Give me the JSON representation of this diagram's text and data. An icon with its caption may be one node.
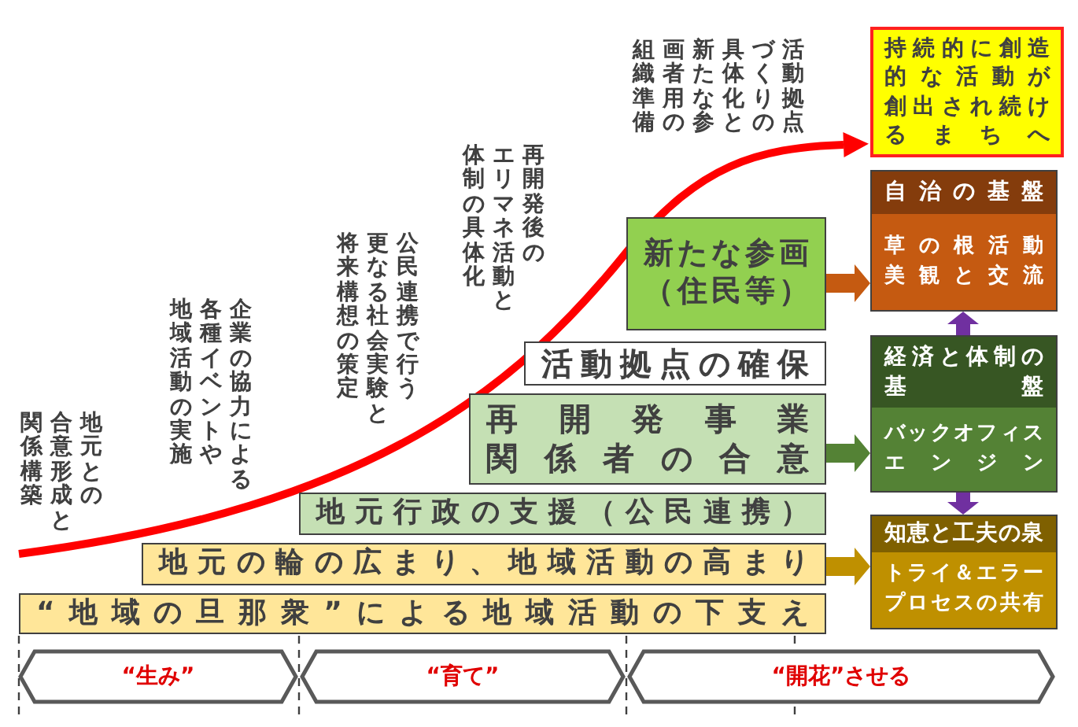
{
  "diagram": {
    "nodes": [
      {
        "text": [
          "持続的に創造的な活動が創出され続けるまちへ"
        ]
      },
      {
        "text": [
          "自治の基盤",
          "草の根活動美観と交流"
        ]
      },
      {
        "text": [
          "新たな参画（住民等）"
        ]
      },
      {
        "text": [
          "活動拠点の確保"
        ]
      },
      {
        "text": [
          "経済と体制の基盤",
          "バックオフィスエンジン"
        ]
      },
      {
        "text": [
          "再開発事業関係者の合意"
        ]
      },
      {
        "text": [
          "地元行政の支援（公民連携）"
        ]
      },
      {
        "text": [
          "知恵と工夫の泉",
          "トライ＆エラープロセスの共有"
        ]
      },
      {
        "text": [
          "地元の輪の広まり、地域活動の高まり"
        ]
      },
      {
        "text": [
          "“地域の旦那衆”による地域活動の下支え"
        ]
      },
      {
        "text": [
          "“生み”"
        ]
      },
      {
        "text": [
          "“育て”"
        ]
      },
      {
        "text": [
          "“開花”させる"
        ]
      }
    ],
    "edges": [
      {
        "from": null,
        "to": 0,
        "arrow": "to",
        "color": "#ff0000"
      },
      {
        "from": 2,
        "to": 1,
        "arrow": "to",
        "color": "#c55a11"
      },
      {
        "from": 4,
        "to": 1,
        "arrow": "to",
        "color": "#7030a0"
      },
      {
        "from": 5,
        "to": 4,
        "arrow": "to",
        "color": "#548235"
      },
      {
        "from": 4,
        "to": 7,
        "arrow": "to",
        "color": "#7030a0"
      },
      {
        "from": 8,
        "to": 7,
        "arrow": "to",
        "color": "#bf9000"
      }
    ],
    "labels": [
      "地元との合意形成と関係構築",
      "企業の協力による各種イベントや地域活動の実施",
      "公民連携で行う更なる社会実験と将来構想の策定",
      "再開発後のエリマネ活動と体制の具体化",
      "活動拠点づくりの具体化と新たな参画者用の組織準備"
    ]
  }
}
